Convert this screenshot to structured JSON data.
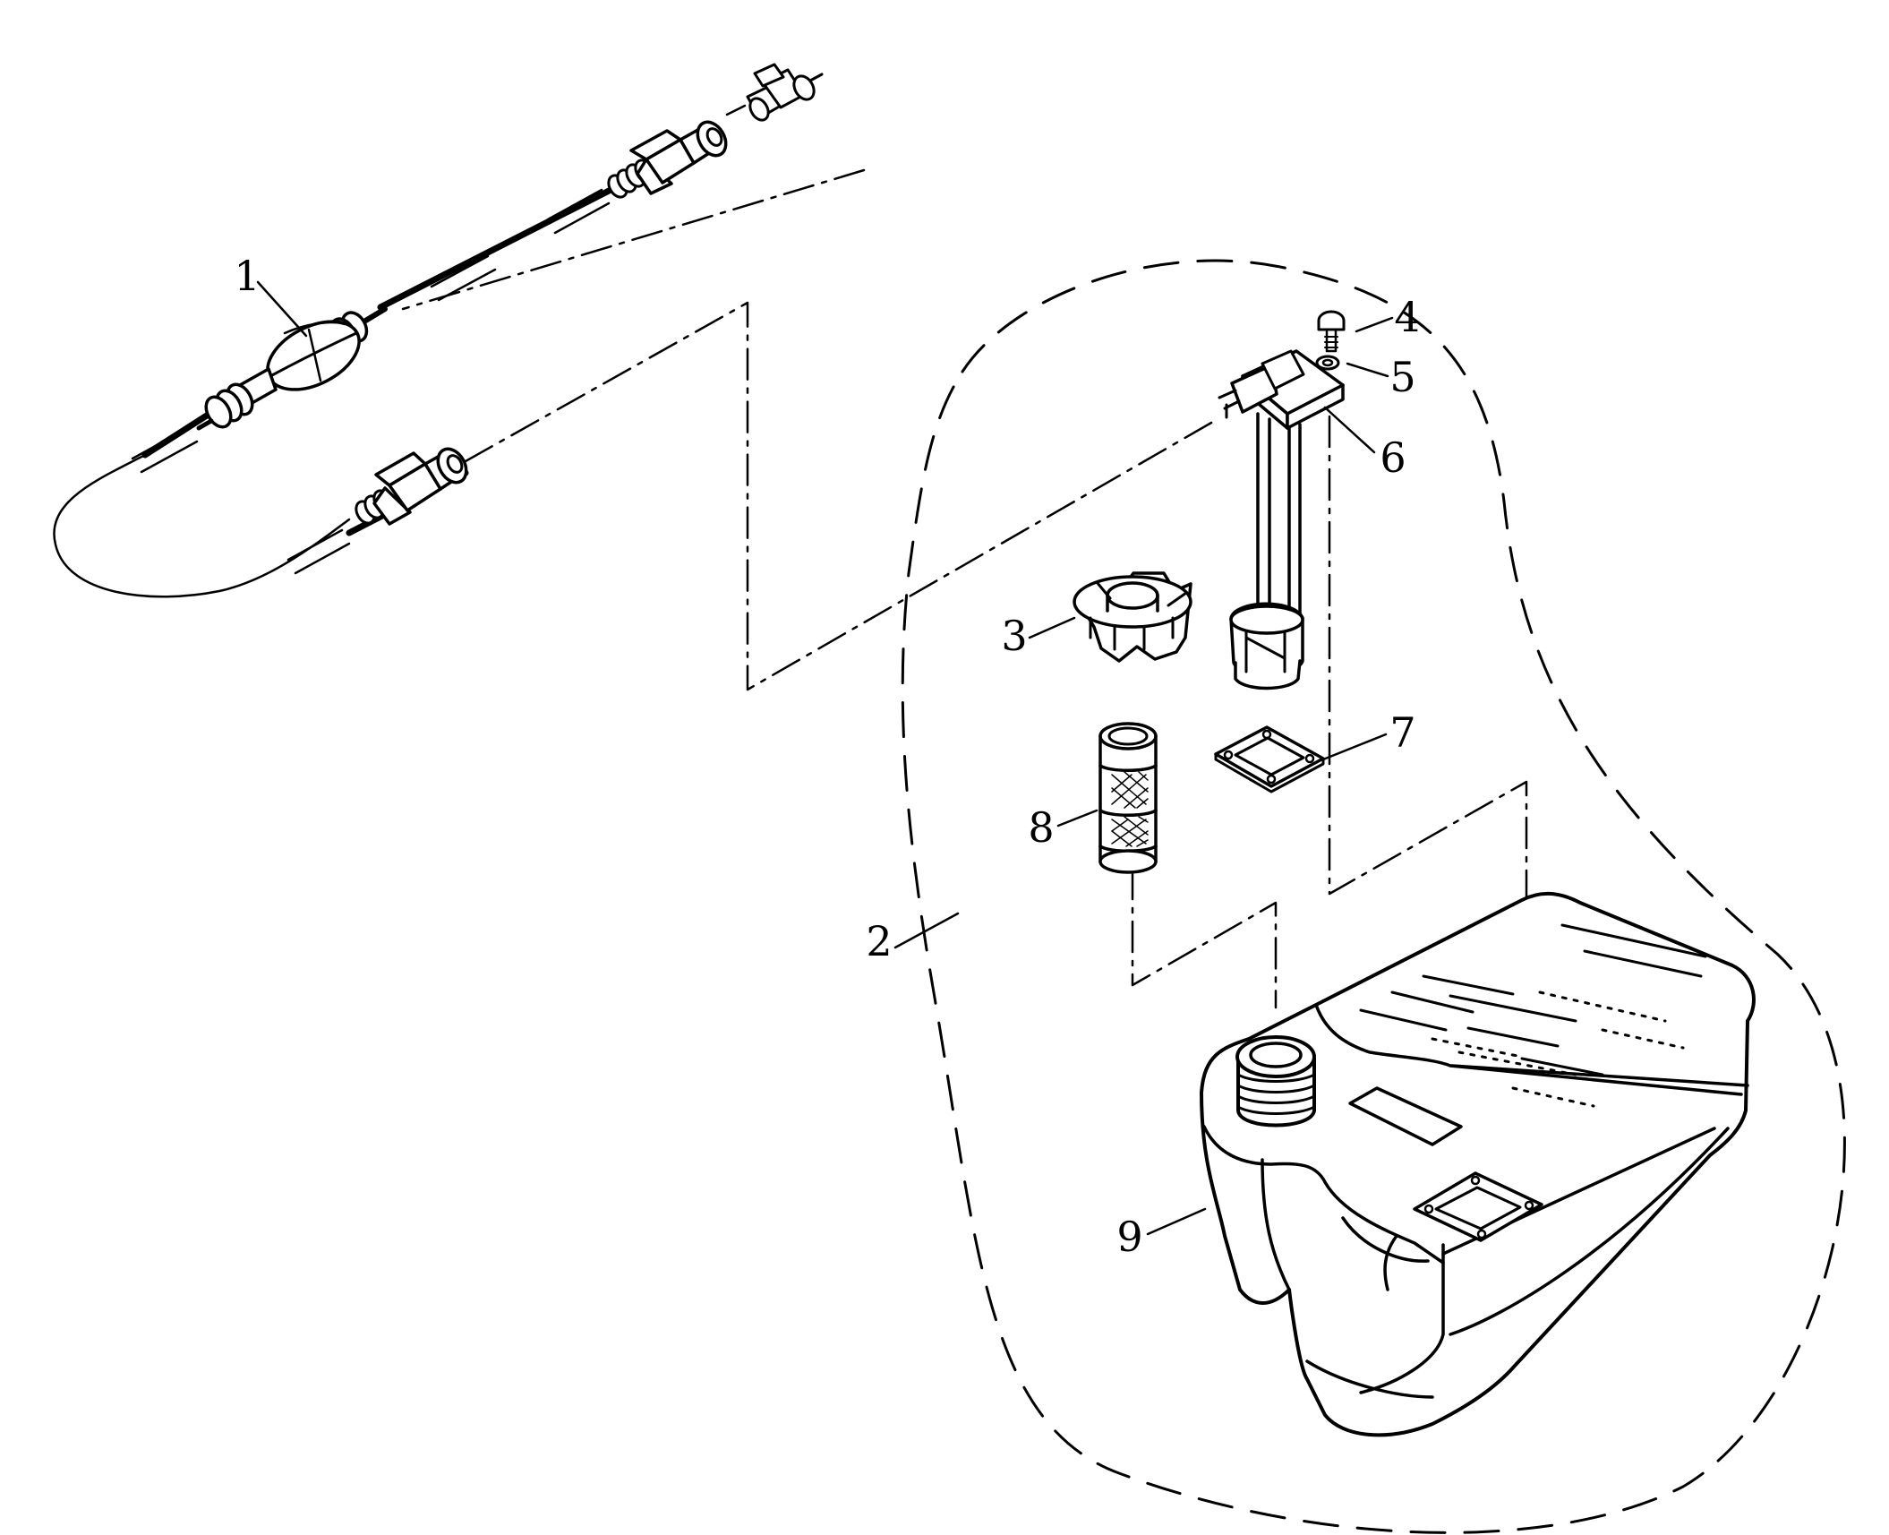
{
  "diagram": {
    "callouts": {
      "c1": "1",
      "c2": "2",
      "c3": "3",
      "c4": "4",
      "c5": "5",
      "c6": "6",
      "c7": "7",
      "c8": "8",
      "c9": "9"
    },
    "ink_color": "#000000",
    "background_color": "#ffffff"
  }
}
